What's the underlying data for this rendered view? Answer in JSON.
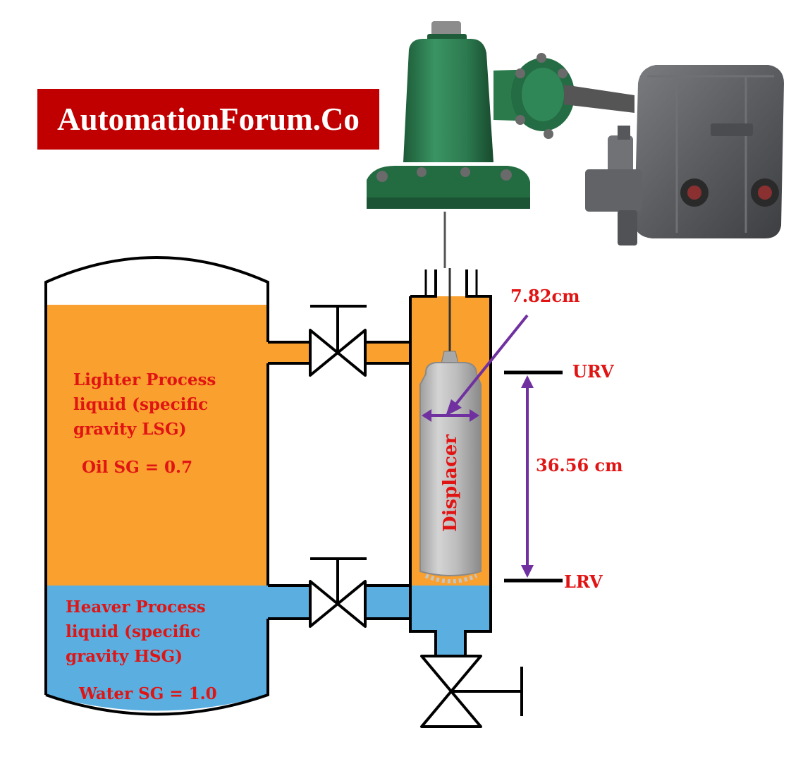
{
  "brand": {
    "logo_text": "AutomationForum.Co",
    "bg_color": "#c00000"
  },
  "vessel": {
    "light_liquid": {
      "lines": [
        "Lighter Process",
        "liquid (specific",
        "gravity LSG)"
      ],
      "sg_label": "Oil SG = 0.7",
      "color": "#f9a02e"
    },
    "heavy_liquid": {
      "lines": [
        "Heaver  Process",
        "liquid (specific",
        "gravity HSG)"
      ],
      "sg_label": "Water SG = 1.0",
      "color": "#5aaee0"
    }
  },
  "displacer": {
    "label": "Displacer",
    "diameter_label": "7.82cm"
  },
  "range": {
    "urv_label": "URV",
    "lrv_label": "LRV",
    "span_label": "36.56 cm"
  },
  "colors": {
    "label_red": "#e11414",
    "arrow_purple": "#7030a0",
    "pipe_outline": "#000000",
    "transmitter_green": "#2e7b4f",
    "transmitter_grey": "#5b5d60"
  },
  "icons": {
    "isolation_valves": "gate-valve-icon",
    "drain_valve": "gate-valve-icon",
    "transmitter": "displacer-level-transmitter-icon"
  }
}
